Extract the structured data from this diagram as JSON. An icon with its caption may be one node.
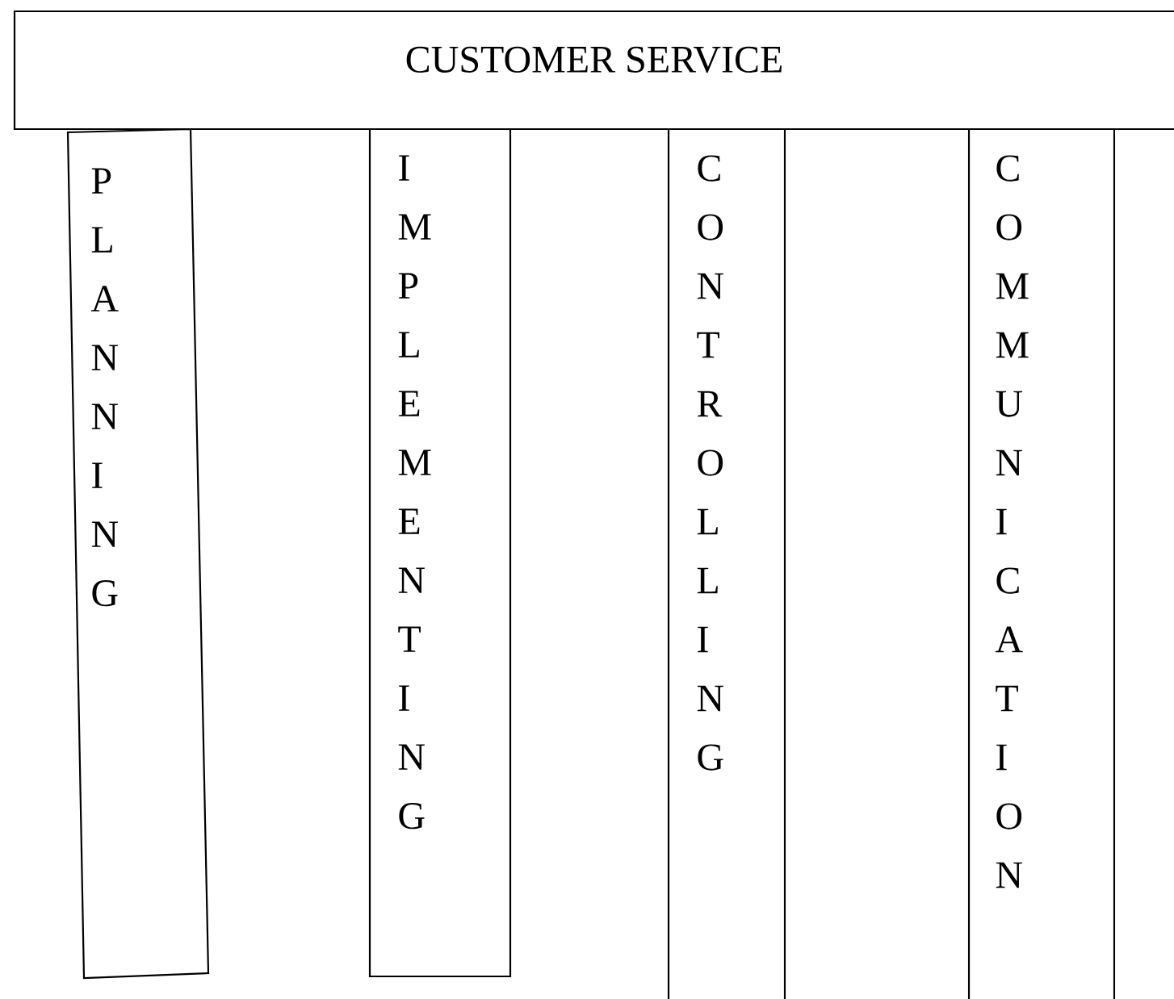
{
  "diagram": {
    "nodes": [
      {
        "text": [
          "CUSTOMER SERVICE"
        ]
      },
      {
        "text": [
          "P L A N N I N G"
        ]
      },
      {
        "text": [
          "I M P L E M E N T I N G"
        ]
      },
      {
        "text": [
          "C O N T R O L L I N G"
        ]
      },
      {
        "text": [
          "C O M M U N I C A T I O N"
        ]
      }
    ]
  }
}
